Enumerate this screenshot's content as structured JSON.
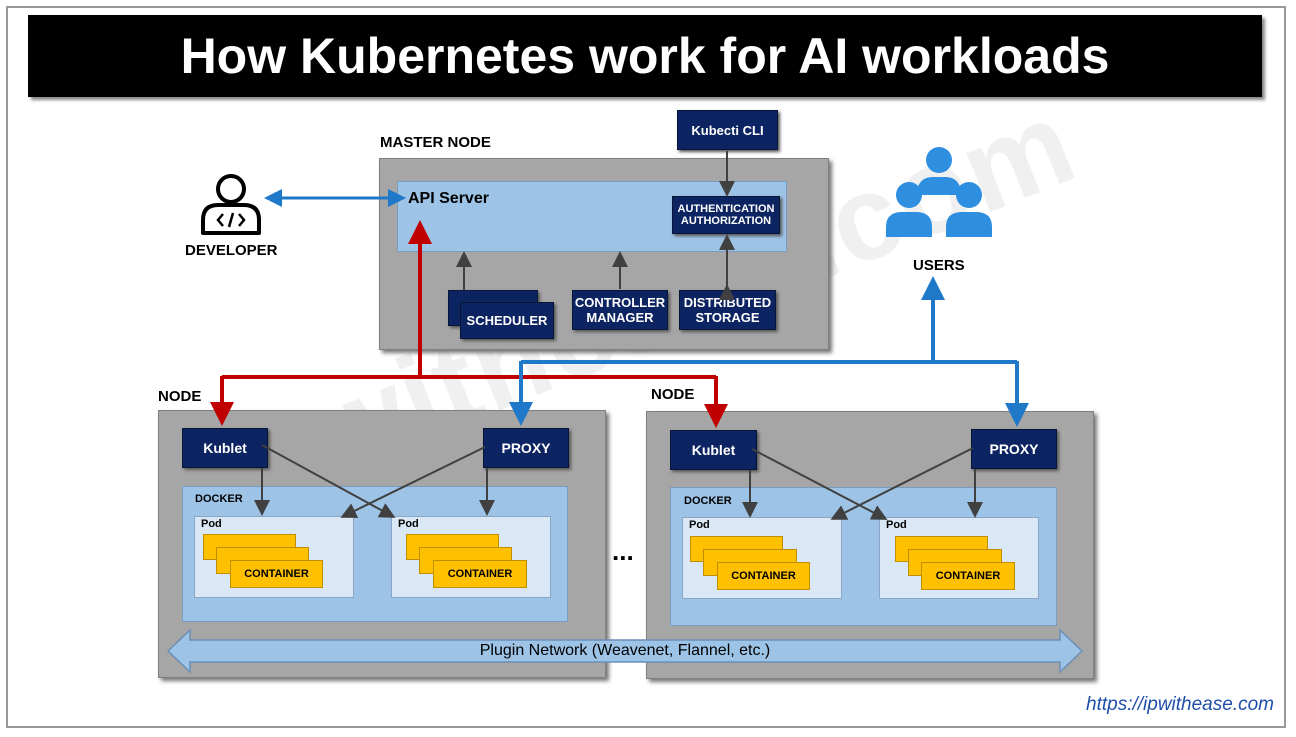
{
  "title": "How Kubernetes work for AI workloads",
  "master": {
    "label": "MASTER NODE",
    "api_server": "API Server",
    "auth_line1": "AUTHENTICATION",
    "auth_line2": "AUTHORIZATION",
    "scheduler": "SCHEDULER",
    "controller_line1": "CONTROLLER",
    "controller_line2": "MANAGER",
    "storage_line1": "DISTRIBUTED",
    "storage_line2": "STORAGE"
  },
  "kubecti": "Kubecti CLI",
  "developer": "DEVELOPER",
  "users": "USERS",
  "node_label": "NODE",
  "kublet": "Kublet",
  "proxy": "PROXY",
  "docker": "DOCKER",
  "pod": "Pod",
  "container": "CONTAINER",
  "ellipsis": "...",
  "plugin_network": "Plugin Network (Weavenet, Flannel, etc.)",
  "watermark": "ipwithease.com",
  "url": "https://ipwithease.com",
  "colors": {
    "navy": "#0c2461",
    "red_arrow": "#c00000",
    "blue_arrow": "#1f78c8",
    "container": "#ffc000"
  }
}
